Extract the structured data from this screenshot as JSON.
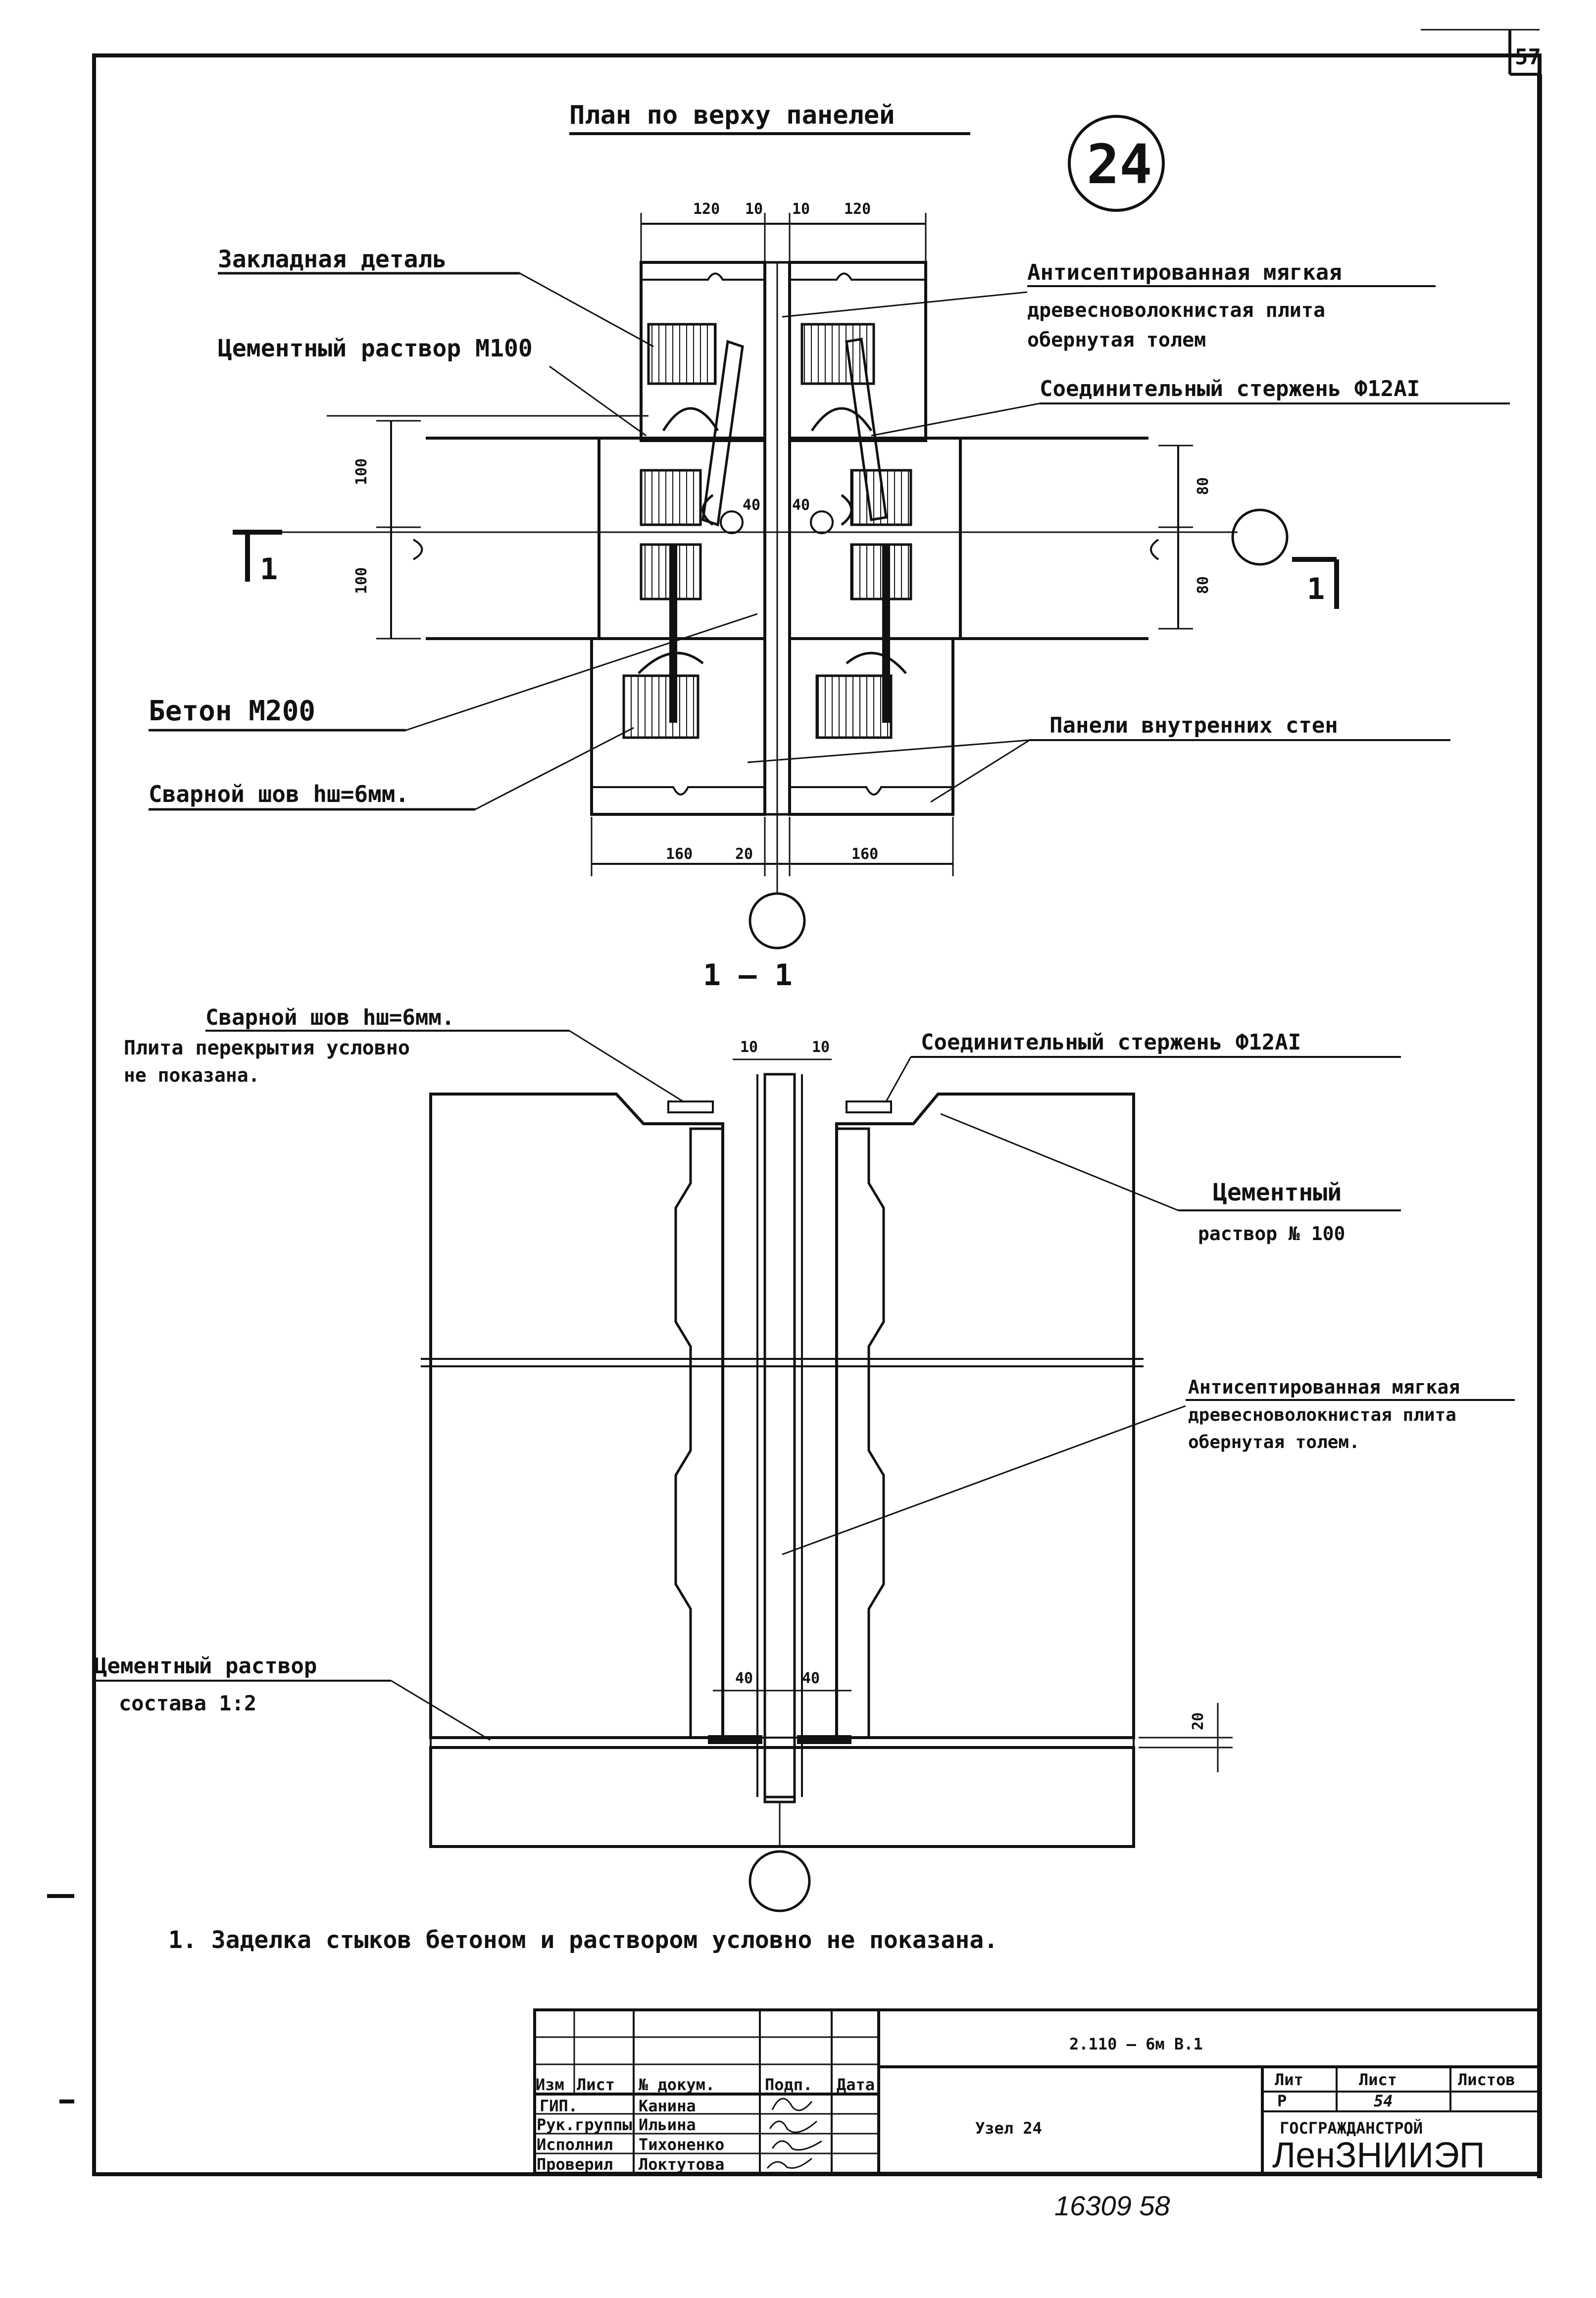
{
  "sheet": {
    "corner_number": "57",
    "bottom_number": "16309   58"
  },
  "plan": {
    "title": "План по верху панелей",
    "node_number": "24",
    "labels": {
      "embedded_part": "Закладная деталь",
      "cement_m100": "Цементный раствор М100",
      "antiseptic_line1": "Антисептированная мягкая",
      "antiseptic_line2": "древесноволокнистая плита",
      "antiseptic_line3": "обернутая толем",
      "rod": "Соединительный стержень Ф12АI",
      "concrete": "Бетон М200",
      "weld": "Сварной шов hш=6мм.",
      "inner_panels": "Панели внутренних стен",
      "section_mark": "1"
    },
    "dims": {
      "d120a": "120",
      "d10a": "10",
      "d10b": "10",
      "d120b": "120",
      "d100a": "100",
      "d100b": "100",
      "d40a": "40",
      "d40b": "40",
      "d80a": "80",
      "d80b": "80",
      "d160a": "160",
      "d20": "20",
      "d160b": "160"
    }
  },
  "section": {
    "title": "1 — 1",
    "labels": {
      "weld": "Сварной шов hш=6мм.",
      "slab_line1": "Плита перекрытия условно",
      "slab_line2": "не показана.",
      "rod": "Соединительный стержень Ф12АI",
      "cement_line1": "Цементный",
      "cement_line2": "раствор № 100",
      "antiseptic_line1": "Антисептированная мягкая",
      "antiseptic_line2": "древесноволокнистая плита",
      "antiseptic_line3": "обернутая толем.",
      "mortar_line1": "Цементный раствор",
      "mortar_line2": "состава 1:2"
    },
    "dims": {
      "d10a": "10",
      "d10b": "10",
      "d40a": "40",
      "d40b": "40",
      "d20": "20"
    }
  },
  "note": "1. Заделка стыков бетоном и раствором условно не показана.",
  "title_block": {
    "doc_code": "2.110 — 6м В.1",
    "node_title": "Узел 24",
    "headers": {
      "izm": "Изм",
      "list": "Лист",
      "doc_no": "№ докум.",
      "sign": "Подп.",
      "date": "Дата"
    },
    "stage_headers": {
      "stage": "Лит",
      "sheet": "Лист",
      "sheets": "Листов"
    },
    "stage_values": {
      "stage": "Р",
      "sheet": "54"
    },
    "roles": [
      {
        "role": "ГИП.",
        "name": "Канина"
      },
      {
        "role": "Рук.группы",
        "name": "Ильина"
      },
      {
        "role": "Исполнил",
        "name": "Тихоненко"
      },
      {
        "role": "Проверил",
        "name": "Локтутова"
      }
    ],
    "org_line1": "ГОСГРАЖДАНСТРОЙ",
    "org_line2": "ЛенЗНИИЭП"
  }
}
